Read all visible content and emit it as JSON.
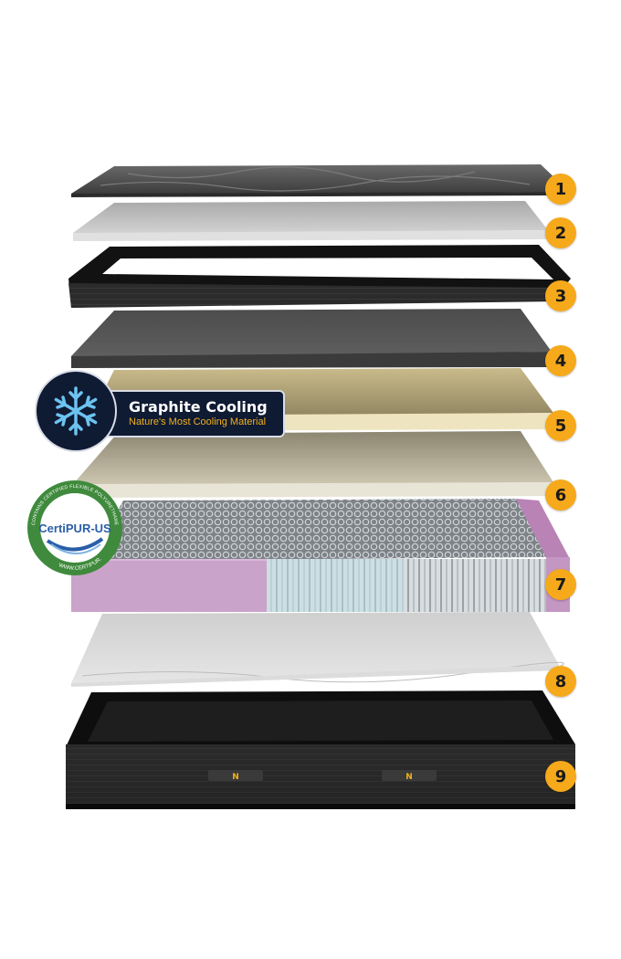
{
  "layers": [
    {
      "number": "1"
    },
    {
      "number": "2"
    },
    {
      "number": "3"
    },
    {
      "number": "4"
    },
    {
      "number": "5"
    },
    {
      "number": "6"
    },
    {
      "number": "7"
    },
    {
      "number": "8"
    },
    {
      "number": "9"
    }
  ],
  "graphite_badge": {
    "title": "Graphite Cooling",
    "subtitle": "Nature's Most Cooling Material",
    "icon": "snowflake-icon"
  },
  "certipur_badge": {
    "brand": "CertiPUR-US",
    "ring_top": "CONTAINS CERTIFIED FLEXIBLE POLYURETHANE FOAM",
    "ring_bottom": "WWW.CERTIPUR.US"
  },
  "base_label_letter": "N",
  "colors": {
    "badge": "#f6a91a",
    "graphite_navy": "#0f1a33",
    "graphite_accent": "#f2b21c",
    "certipur_green": "#3f8a3c",
    "foam_purple": "#c9a3c9"
  }
}
